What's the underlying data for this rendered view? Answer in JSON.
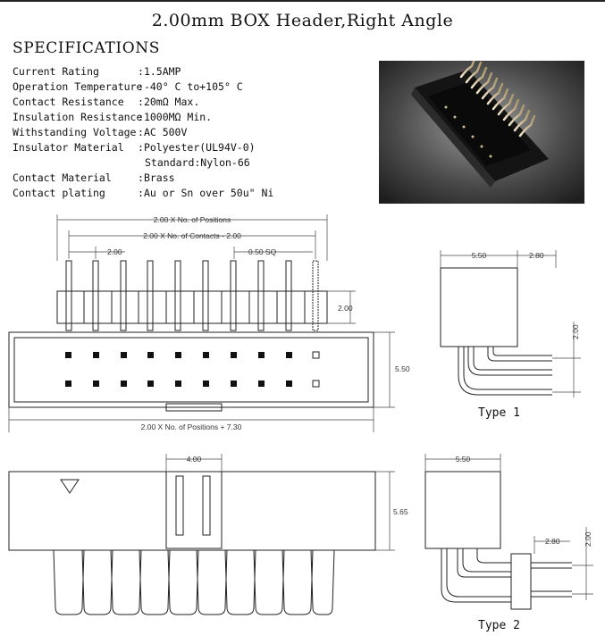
{
  "title": "2.00mm BOX Header,Right Angle",
  "specifications_heading": "SPECIFICATIONS",
  "specs": [
    {
      "label": "Current Rating",
      "sep": ":",
      "value": "1.5AMP"
    },
    {
      "label": "Operation Temperature",
      "sep": ":",
      "value": "-40° C to+105° C"
    },
    {
      "label": "Contact Resistance",
      "sep": ":",
      "value": "20mΩ Max."
    },
    {
      "label": "Insulation Resistance",
      "sep": ":",
      "value": "1000MΩ Min."
    },
    {
      "label": "Withstanding Voltage",
      "sep": ":",
      "value": "AC 500V"
    },
    {
      "label": "Insulator Material",
      "sep": ":",
      "value": "Polyester(UL94V-0)"
    },
    {
      "label": "",
      "sep": "",
      "value": "Standard:Nylon-66"
    },
    {
      "label": "Contact Material",
      "sep": ":",
      "value": "Brass"
    },
    {
      "label": "Contact plating",
      "sep": ":",
      "value": "Au or Sn over 50u\" Ni"
    }
  ],
  "dims": {
    "positions": "2.00 X No. of Positions",
    "contacts": "2.00 X No. of Contacts - 2.00",
    "pitch": "2.00",
    "pin_sq": "0.50 SQ",
    "pin_h": "2.00",
    "height": "5.50",
    "overall": "2.00 X No. of Positions + 7.30",
    "t1_width": "5.50",
    "t1_offset": "2.80",
    "t1_row": "2.00",
    "key_w": "4.00",
    "front_h": "5.65",
    "t2_width": "5.50",
    "t2_offset": "2.80",
    "t2_row": "2.00"
  },
  "type1_label": "Type 1",
  "type2_label": "Type 2"
}
